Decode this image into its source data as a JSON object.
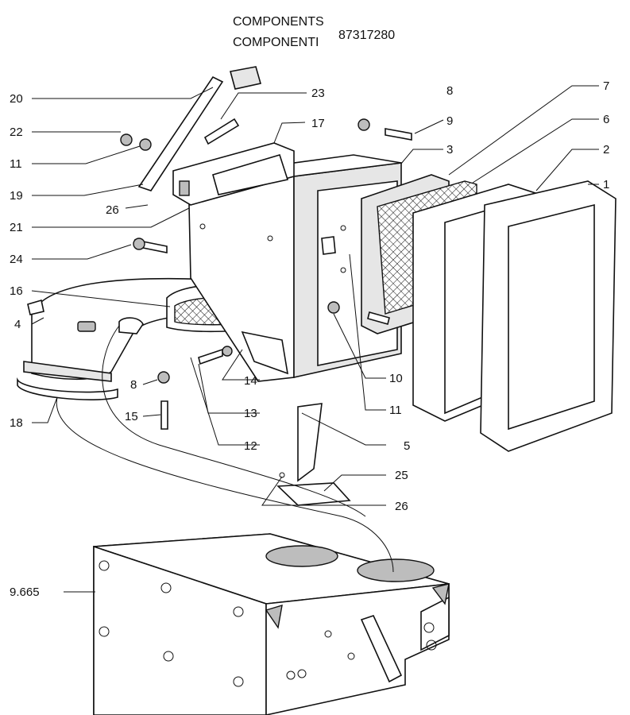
{
  "header": {
    "title_line1": "COMPONENTS",
    "title_line2": "COMPONENTI",
    "part_number": "87317280"
  },
  "callouts": [
    "20",
    "23",
    "22",
    "11",
    "19",
    "26",
    "21",
    "24",
    "16",
    "4",
    "8",
    "15",
    "18",
    "17",
    "9",
    "7",
    "6",
    "3",
    "2",
    "1",
    "14",
    "13",
    "12",
    "10",
    "11",
    "5",
    "25",
    "26",
    "9.665",
    "8"
  ]
}
